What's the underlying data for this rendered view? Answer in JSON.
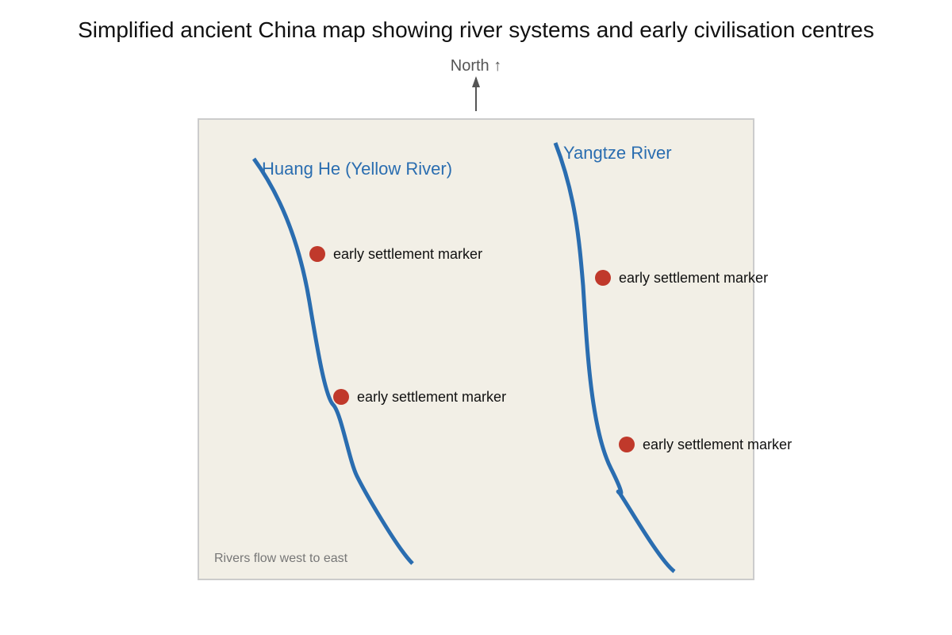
{
  "title": "Simplified ancient China map showing river systems and early civilisation centres",
  "compass": {
    "label": "North ↑",
    "icon": "north-arrow-icon"
  },
  "colors": {
    "background": "#f2efe6",
    "frame": "#cccccc",
    "river": "#2a6db0",
    "settlement": "#c0392b",
    "arrow": "#555555"
  },
  "rivers": [
    {
      "name": "Huang He (Yellow River)"
    },
    {
      "name": "Yangtze River"
    }
  ],
  "settlements": [
    {
      "label": "early settlement marker",
      "river": "Huang He (Yellow River)"
    },
    {
      "label": "early settlement marker",
      "river": "Huang He (Yellow River)"
    },
    {
      "label": "early settlement marker",
      "river": "Yangtze River"
    },
    {
      "label": "early settlement marker",
      "river": "Yangtze River"
    }
  ],
  "note": "Rivers flow west to east"
}
